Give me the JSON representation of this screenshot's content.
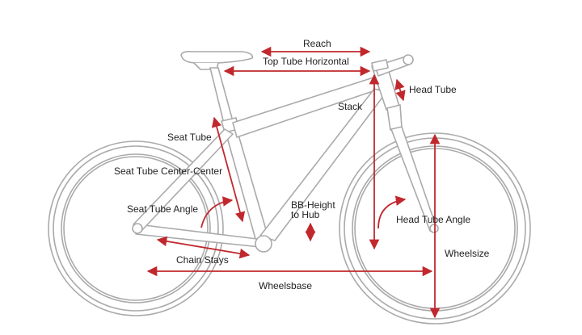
{
  "colors": {
    "frame_stroke": "#aaaaaa",
    "frame_fill": "#ffffff",
    "dimension_arrow": "#c0282d",
    "label_text": "#222222"
  },
  "labels": {
    "reach": "Reach",
    "top_tube_horizontal": "Top Tube Horizontal",
    "head_tube": "Head Tube",
    "stack": "Stack",
    "seat_tube": "Seat Tube",
    "seat_tube_center_center": "Seat Tube Center-Center",
    "seat_tube_angle": "Seat Tube Angle",
    "bb_height_line1": "BB-Height",
    "bb_height_line2": "to Hub",
    "head_tube_angle": "Head Tube Angle",
    "wheelsize": "Wheelsize",
    "chain_stays": "Chain Stays",
    "wheelbase": "Wheelsbase"
  }
}
